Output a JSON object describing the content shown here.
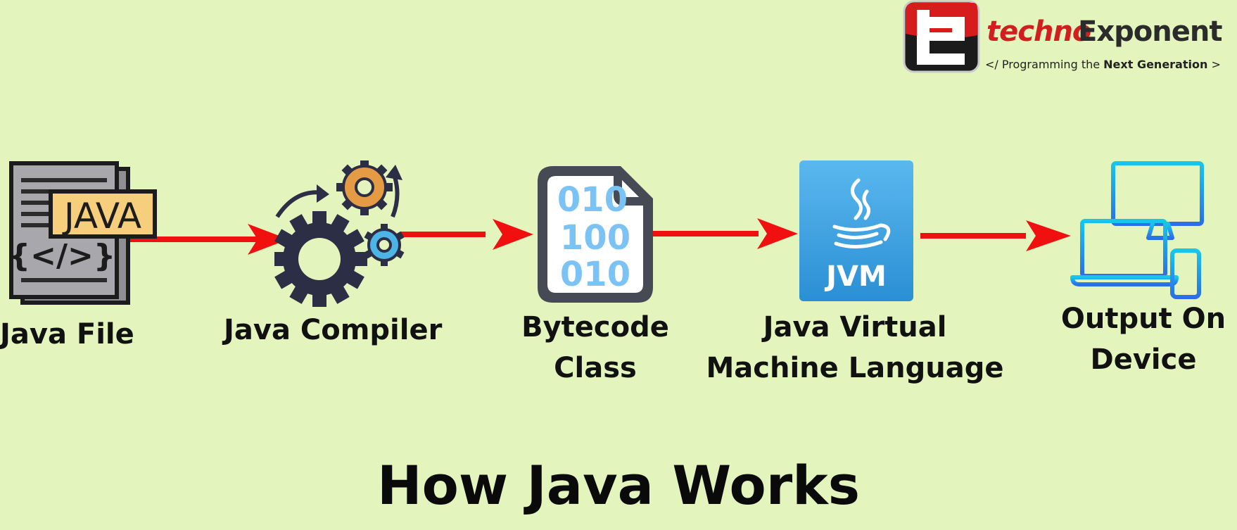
{
  "logo": {
    "word1": "techno",
    "word2": "Exponent",
    "tagline_open": "</ ",
    "tagline_plain": "Programming the ",
    "tagline_bold": "Next Generation",
    "tagline_close": " >"
  },
  "steps": [
    {
      "label_line1": "Java File",
      "label_line2": ""
    },
    {
      "label_line1": "Java Compiler",
      "label_line2": ""
    },
    {
      "label_line1": "Bytecode",
      "label_line2": "Class"
    },
    {
      "label_line1": "Java Virtual",
      "label_line2": "Machine Language"
    },
    {
      "label_line1": "Output On",
      "label_line2": "Device"
    }
  ],
  "icons": {
    "java_file": {
      "tag_text": "JAVA",
      "code_text": "{</>}"
    },
    "bytecode": {
      "rows": [
        "010",
        "100",
        "010"
      ]
    },
    "jvm": {
      "text": "JVM"
    }
  },
  "title": "How Java Works",
  "colors": {
    "background": "#e3f5bd",
    "arrow": "#f01010",
    "logo_red": "#d11f1f"
  }
}
